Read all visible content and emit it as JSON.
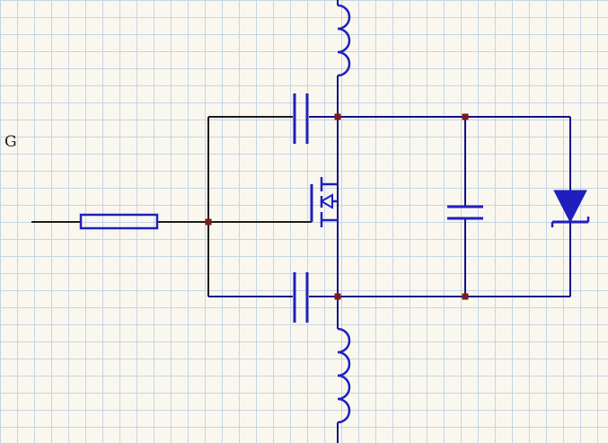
{
  "diagram": {
    "type": "circuit-schematic",
    "description": "MOSFET oscillator / driver stage drawn on graph paper",
    "labels": {
      "terminal_g": "G"
    },
    "components": [
      {
        "type": "inductor",
        "position": "top-center vertical, feeds drain rail"
      },
      {
        "type": "inductor",
        "position": "bottom-center vertical, from source rail"
      },
      {
        "type": "resistor",
        "position": "left horizontal, in series with G terminal"
      },
      {
        "type": "capacitor",
        "position": "series in top rail, left of drain node"
      },
      {
        "type": "capacitor",
        "position": "series in bottom rail, left of source node"
      },
      {
        "type": "capacitor",
        "position": "right shunt branch between rails"
      },
      {
        "type": "zener-diode",
        "position": "far right branch, cathode bar at bottom"
      },
      {
        "type": "n-channel-mosfet",
        "position": "center, gate driven from left network"
      }
    ],
    "junction_count": 5
  },
  "colors": {
    "background": "#faf8ee",
    "grid": "#c6d4e6",
    "wire": "#10108c",
    "wire_dark": "#1c1c1c",
    "component": "#1f1fc0",
    "junction": "#7c1a1a",
    "label": "#1a1a1a"
  }
}
